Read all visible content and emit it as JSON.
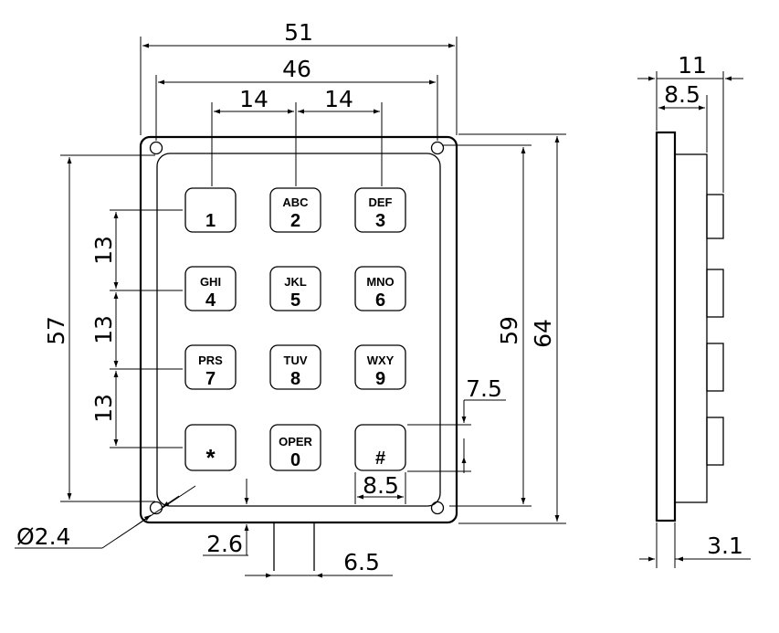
{
  "dimensions": {
    "overall_width": "51",
    "hole_spacing": "46",
    "key_pitch_left": "14",
    "key_pitch_right": "14",
    "row_pitch_1": "13",
    "row_pitch_2": "13",
    "row_pitch_3": "13",
    "hole_vertical": "57",
    "inner_height": "59",
    "overall_height": "64",
    "key_height": "7.5",
    "key_width": "8.5",
    "hole_diameter": "Ø2.4",
    "tab_offset": "2.6",
    "tab_width": "6.5",
    "side_total_depth": "11",
    "side_body_depth": "8.5",
    "plate_thickness": "3.1"
  },
  "keys": [
    {
      "letters": "",
      "digit": "1"
    },
    {
      "letters": "ABC",
      "digit": "2"
    },
    {
      "letters": "DEF",
      "digit": "3"
    },
    {
      "letters": "GHI",
      "digit": "4"
    },
    {
      "letters": "JKL",
      "digit": "5"
    },
    {
      "letters": "MNO",
      "digit": "6"
    },
    {
      "letters": "PRS",
      "digit": "7"
    },
    {
      "letters": "TUV",
      "digit": "8"
    },
    {
      "letters": "WXY",
      "digit": "9"
    },
    {
      "letters": "",
      "digit": "*"
    },
    {
      "letters": "OPER",
      "digit": "0"
    },
    {
      "letters": "",
      "digit": "#"
    }
  ]
}
